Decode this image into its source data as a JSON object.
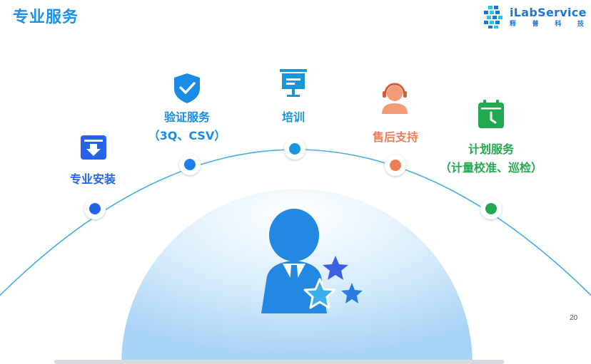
{
  "title": "专业服务",
  "logo": {
    "name": "iLabService",
    "subtitle": [
      "释",
      "普",
      "科",
      "技"
    ]
  },
  "services": [
    {
      "label_lines": [
        "专业安装"
      ],
      "color": "#2563eb",
      "icon": "download-box-icon"
    },
    {
      "label_lines": [
        "验证服务",
        "（3Q、CSV）"
      ],
      "color": "#1a8be6",
      "icon": "shield-check-icon"
    },
    {
      "label_lines": [
        "培训"
      ],
      "color": "#1797da",
      "icon": "presentation-board-icon"
    },
    {
      "label_lines": [
        "售后支持"
      ],
      "color": "#ef7b56",
      "icon": "headset-agent-icon"
    },
    {
      "label_lines": [
        "计划服务",
        "（计量校准、巡检）"
      ],
      "color": "#22a94f",
      "icon": "calendar-clock-icon"
    }
  ],
  "center_icon": "user-with-stars-icon",
  "page_number": "20"
}
